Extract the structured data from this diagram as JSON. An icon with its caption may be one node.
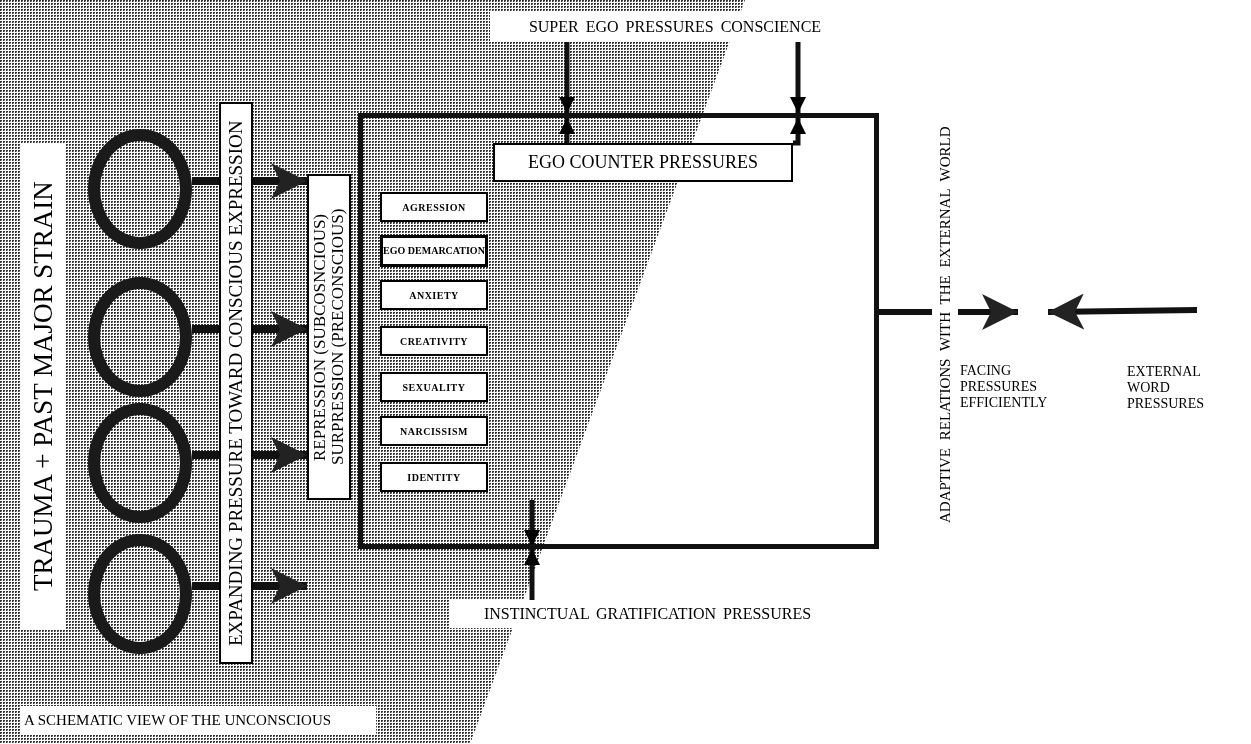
{
  "diagram": {
    "nodes": [
      {
        "text": [
          "TRAUMA + PAST MAJOR STRAIN"
        ]
      },
      {
        "text": [],
        "shape": "circle"
      },
      {
        "text": [],
        "shape": "circle"
      },
      {
        "text": [],
        "shape": "circle"
      },
      {
        "text": [],
        "shape": "circle"
      },
      {
        "text": [
          "EXPANDING PRESSURE TOWARD CONSCIOUS EXPRESSION"
        ]
      },
      {
        "text": [
          "REPRESSION (SUBCOSNCIOUS) SURPRESSION (PRECONSCIOUS)"
        ]
      },
      {
        "text": [],
        "shape": "box"
      },
      {
        "text": [
          "EGO COUNTER PRESSURES"
        ],
        "in": 7
      },
      {
        "text": [
          "AGRESSION"
        ],
        "in": 7
      },
      {
        "text": [
          "EGO DEMARCATION"
        ],
        "in": 7
      },
      {
        "text": [
          "ANXIETY"
        ],
        "in": 7
      },
      {
        "text": [
          "CREATIVITY"
        ],
        "in": 7
      },
      {
        "text": [
          "SEXUALITY"
        ],
        "in": 7
      },
      {
        "text": [
          "NARCISSISM"
        ],
        "in": 7
      },
      {
        "text": [
          "IDENTITY"
        ],
        "in": 7
      },
      {
        "text": [
          "SUPER EGO PRESSURES CONSCIENCE"
        ]
      },
      {
        "text": [
          "INSTINCTUAL GRATIFICATION PRESSURES"
        ]
      },
      {
        "text": [
          "EXTERNAL WORD PRESSURES"
        ]
      },
      {
        "text": [
          "A SCHEMATIC VIEW OF THE UNCONSCIOUS"
        ]
      }
    ],
    "edges": [
      {
        "from": 1,
        "to": 5,
        "arrow": "none"
      },
      {
        "from": 5,
        "to": 6,
        "arrow": "to"
      },
      {
        "from": 2,
        "to": 5,
        "arrow": "none"
      },
      {
        "from": 5,
        "to": 6,
        "arrow": "to"
      },
      {
        "from": 3,
        "to": 5,
        "arrow": "none"
      },
      {
        "from": 5,
        "to": 6,
        "arrow": "to"
      },
      {
        "from": 4,
        "to": 5,
        "arrow": "none"
      },
      {
        "from": 5,
        "to": null,
        "arrow": "to"
      },
      {
        "from": 16,
        "to": 7,
        "arrow": "to"
      },
      {
        "from": 16,
        "to": 7,
        "arrow": "to"
      },
      {
        "from": 8,
        "to": 7,
        "arrow": "to"
      },
      {
        "from": 8,
        "to": 7,
        "arrow": "to"
      },
      {
        "from": null,
        "to": 7,
        "arrow": "to"
      },
      {
        "from": 17,
        "to": 7,
        "arrow": "to"
      },
      {
        "from": 7,
        "to": null,
        "arrow": "to"
      },
      {
        "from": 18,
        "to": null,
        "arrow": "to"
      }
    ],
    "labels": [
      "ADAPTIVE RELATIONS WITH THE EXTERNAL WORLD",
      "FACING PRESSURES EFFICIENTLY"
    ]
  }
}
